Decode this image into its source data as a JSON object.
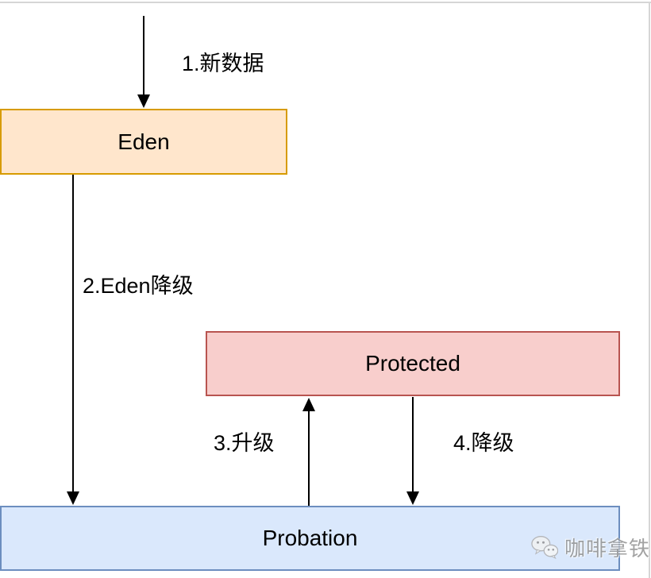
{
  "diagram": {
    "nodes": [
      {
        "label": "Eden",
        "fill": "#ffe6cc",
        "stroke": "#d79b00"
      },
      {
        "label": "Protected",
        "fill": "#f8cecc",
        "stroke": "#b85450"
      },
      {
        "label": "Probation",
        "fill": "#dae8fc",
        "stroke": "#6c8ebf"
      }
    ],
    "edges": [
      {
        "label": "1.新数据",
        "from": "outside",
        "to": "Eden"
      },
      {
        "label": "2.Eden降级",
        "from": "Eden",
        "to": "Probation"
      },
      {
        "label": "3.升级",
        "from": "Probation",
        "to": "Protected"
      },
      {
        "label": "4.降级",
        "from": "Protected",
        "to": "Probation"
      }
    ],
    "watermark": {
      "icon": "wechat-icon",
      "text": "咖啡拿铁"
    },
    "colors": {
      "arrow": "#000000",
      "page_edge": "#d6d6d6",
      "label_text": "#000000",
      "watermark_text": "#8e8e8e"
    }
  }
}
